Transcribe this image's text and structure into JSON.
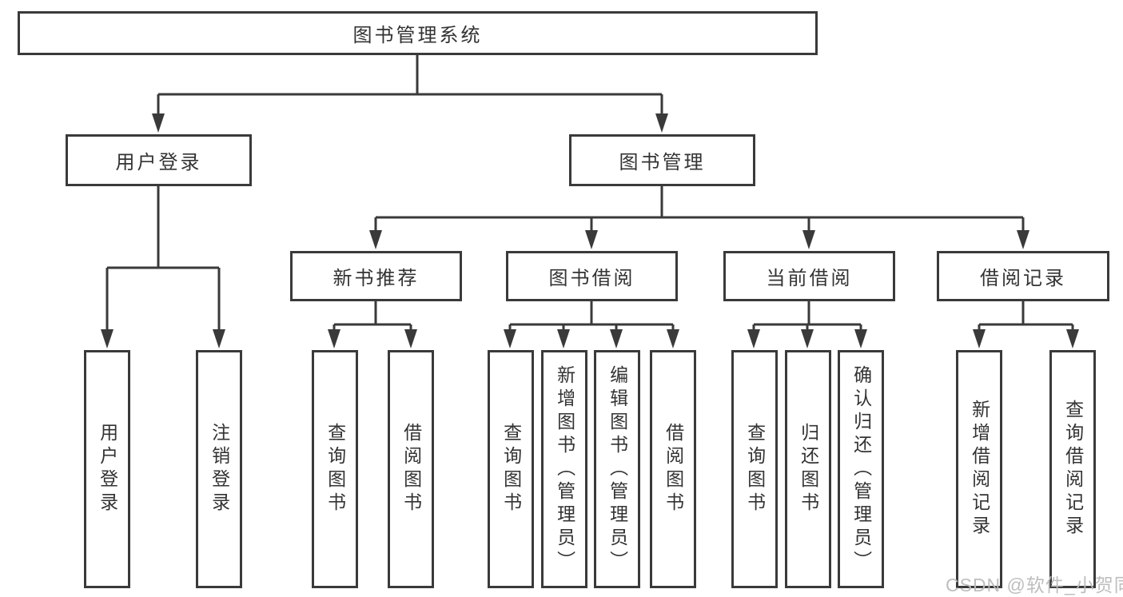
{
  "tree": {
    "root": {
      "label": "图书管理系统"
    },
    "branches": [
      {
        "label": "用户登录",
        "children": [
          {
            "label": "用户登录"
          },
          {
            "label": "注销登录"
          }
        ]
      },
      {
        "label": "图书管理",
        "children": [
          {
            "label": "新书推荐",
            "children": [
              {
                "label": "查询图书"
              },
              {
                "label": "借阅图书"
              }
            ]
          },
          {
            "label": "图书借阅",
            "children": [
              {
                "label": "查询图书"
              },
              {
                "label": "新增图书（管理员）"
              },
              {
                "label": "编辑图书（管理员）"
              },
              {
                "label": "借阅图书"
              }
            ]
          },
          {
            "label": "当前借阅",
            "children": [
              {
                "label": "查询图书"
              },
              {
                "label": "归还图书"
              },
              {
                "label": "确认归还（管理员）"
              }
            ]
          },
          {
            "label": "借阅记录",
            "children": [
              {
                "label": "新增借阅记录"
              },
              {
                "label": "查询借阅记录"
              }
            ]
          }
        ]
      }
    ]
  },
  "watermark": {
    "text": "CSDN @软件_小贺同学"
  },
  "colors": {
    "line": "#3a3a3a",
    "text": "#333333",
    "watermark": "#bababa",
    "background": "#ffffff"
  }
}
